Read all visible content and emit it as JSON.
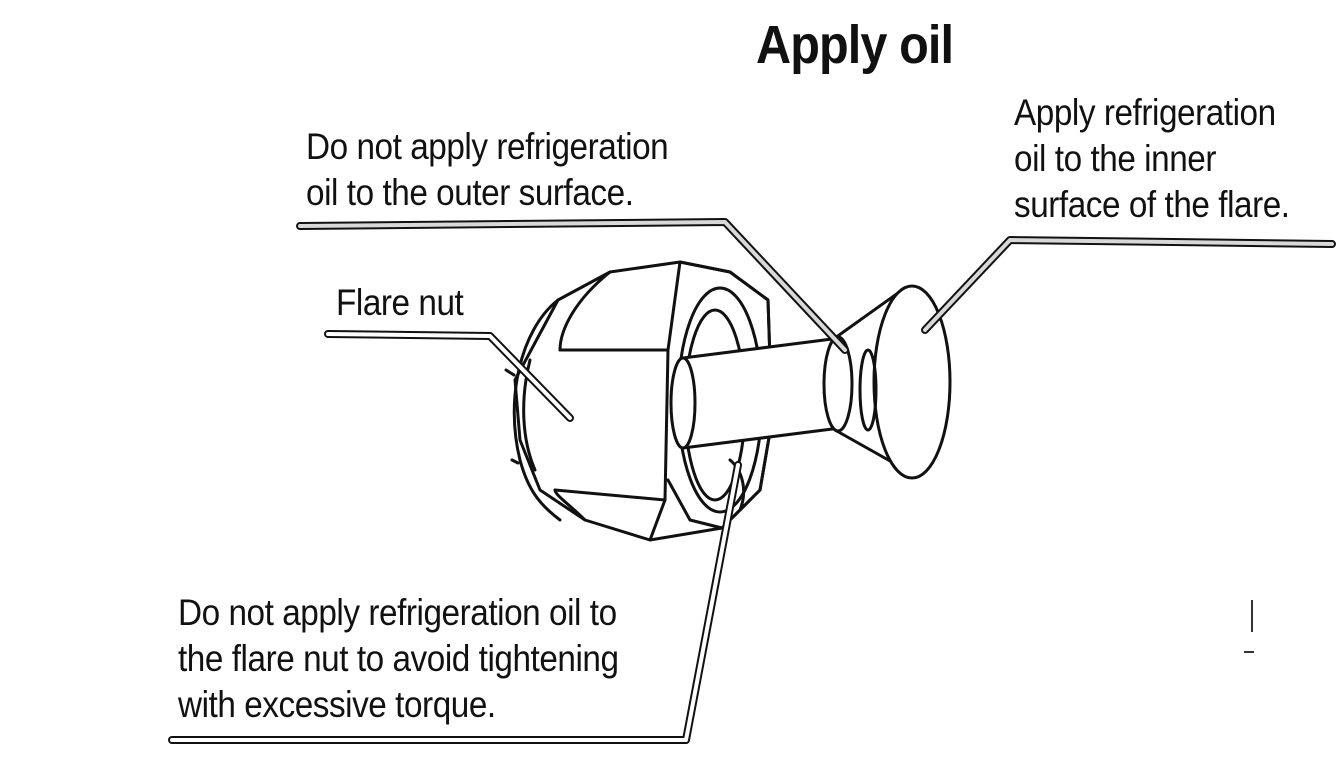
{
  "title": "Apply oil",
  "callouts": {
    "outer_surface": {
      "lines": [
        "Do not apply refrigeration",
        "oil to the outer surface."
      ]
    },
    "inner_surface": {
      "lines": [
        "Apply refrigeration",
        "oil to the inner",
        "surface of the flare."
      ]
    },
    "flare_nut": {
      "lines": [
        "Flare nut"
      ]
    },
    "nut_torque": {
      "lines": [
        "Do not apply refrigeration oil to",
        "the flare nut to avoid tightening",
        "with excessive torque."
      ]
    }
  },
  "colors": {
    "line": "#111111",
    "leader_fill": "#d8d8d8",
    "background": "#ffffff"
  }
}
